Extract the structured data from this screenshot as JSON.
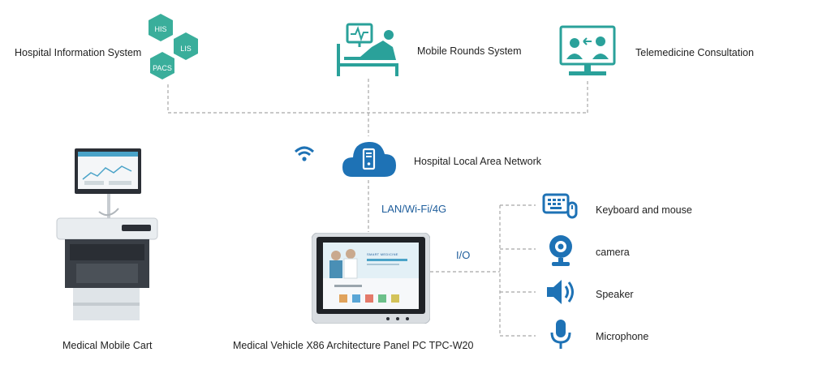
{
  "nodes": {
    "his": {
      "label": "Hospital Information System",
      "hex1": "HIS",
      "hex2": "LIS",
      "hex3": "PACS"
    },
    "rounds": {
      "label": "Mobile Rounds System"
    },
    "telemed": {
      "label": "Telemedicine Consultation"
    },
    "lan": {
      "label": "Hospital Local Area Network"
    },
    "cart": {
      "label": "Medical Mobile Cart"
    },
    "panel": {
      "label": "Medical Vehicle X86 Architecture Panel PC TPC-W20",
      "screen_text": "SMART MEDICINE"
    }
  },
  "links": {
    "lan_label": "LAN/Wi-Fi/4G",
    "io_label": "I/O"
  },
  "peripherals": [
    {
      "label": "Keyboard and mouse",
      "icon": "keyboard-mouse-icon"
    },
    {
      "label": "camera",
      "icon": "camera-icon"
    },
    {
      "label": "Speaker",
      "icon": "speaker-icon"
    },
    {
      "label": "Microphone",
      "icon": "microphone-icon"
    }
  ],
  "colors": {
    "hex_green": "#3aae9b",
    "icon_teal": "#2aa19a",
    "network_blue": "#1e72b5",
    "line_gray": "#a8a8a8"
  }
}
